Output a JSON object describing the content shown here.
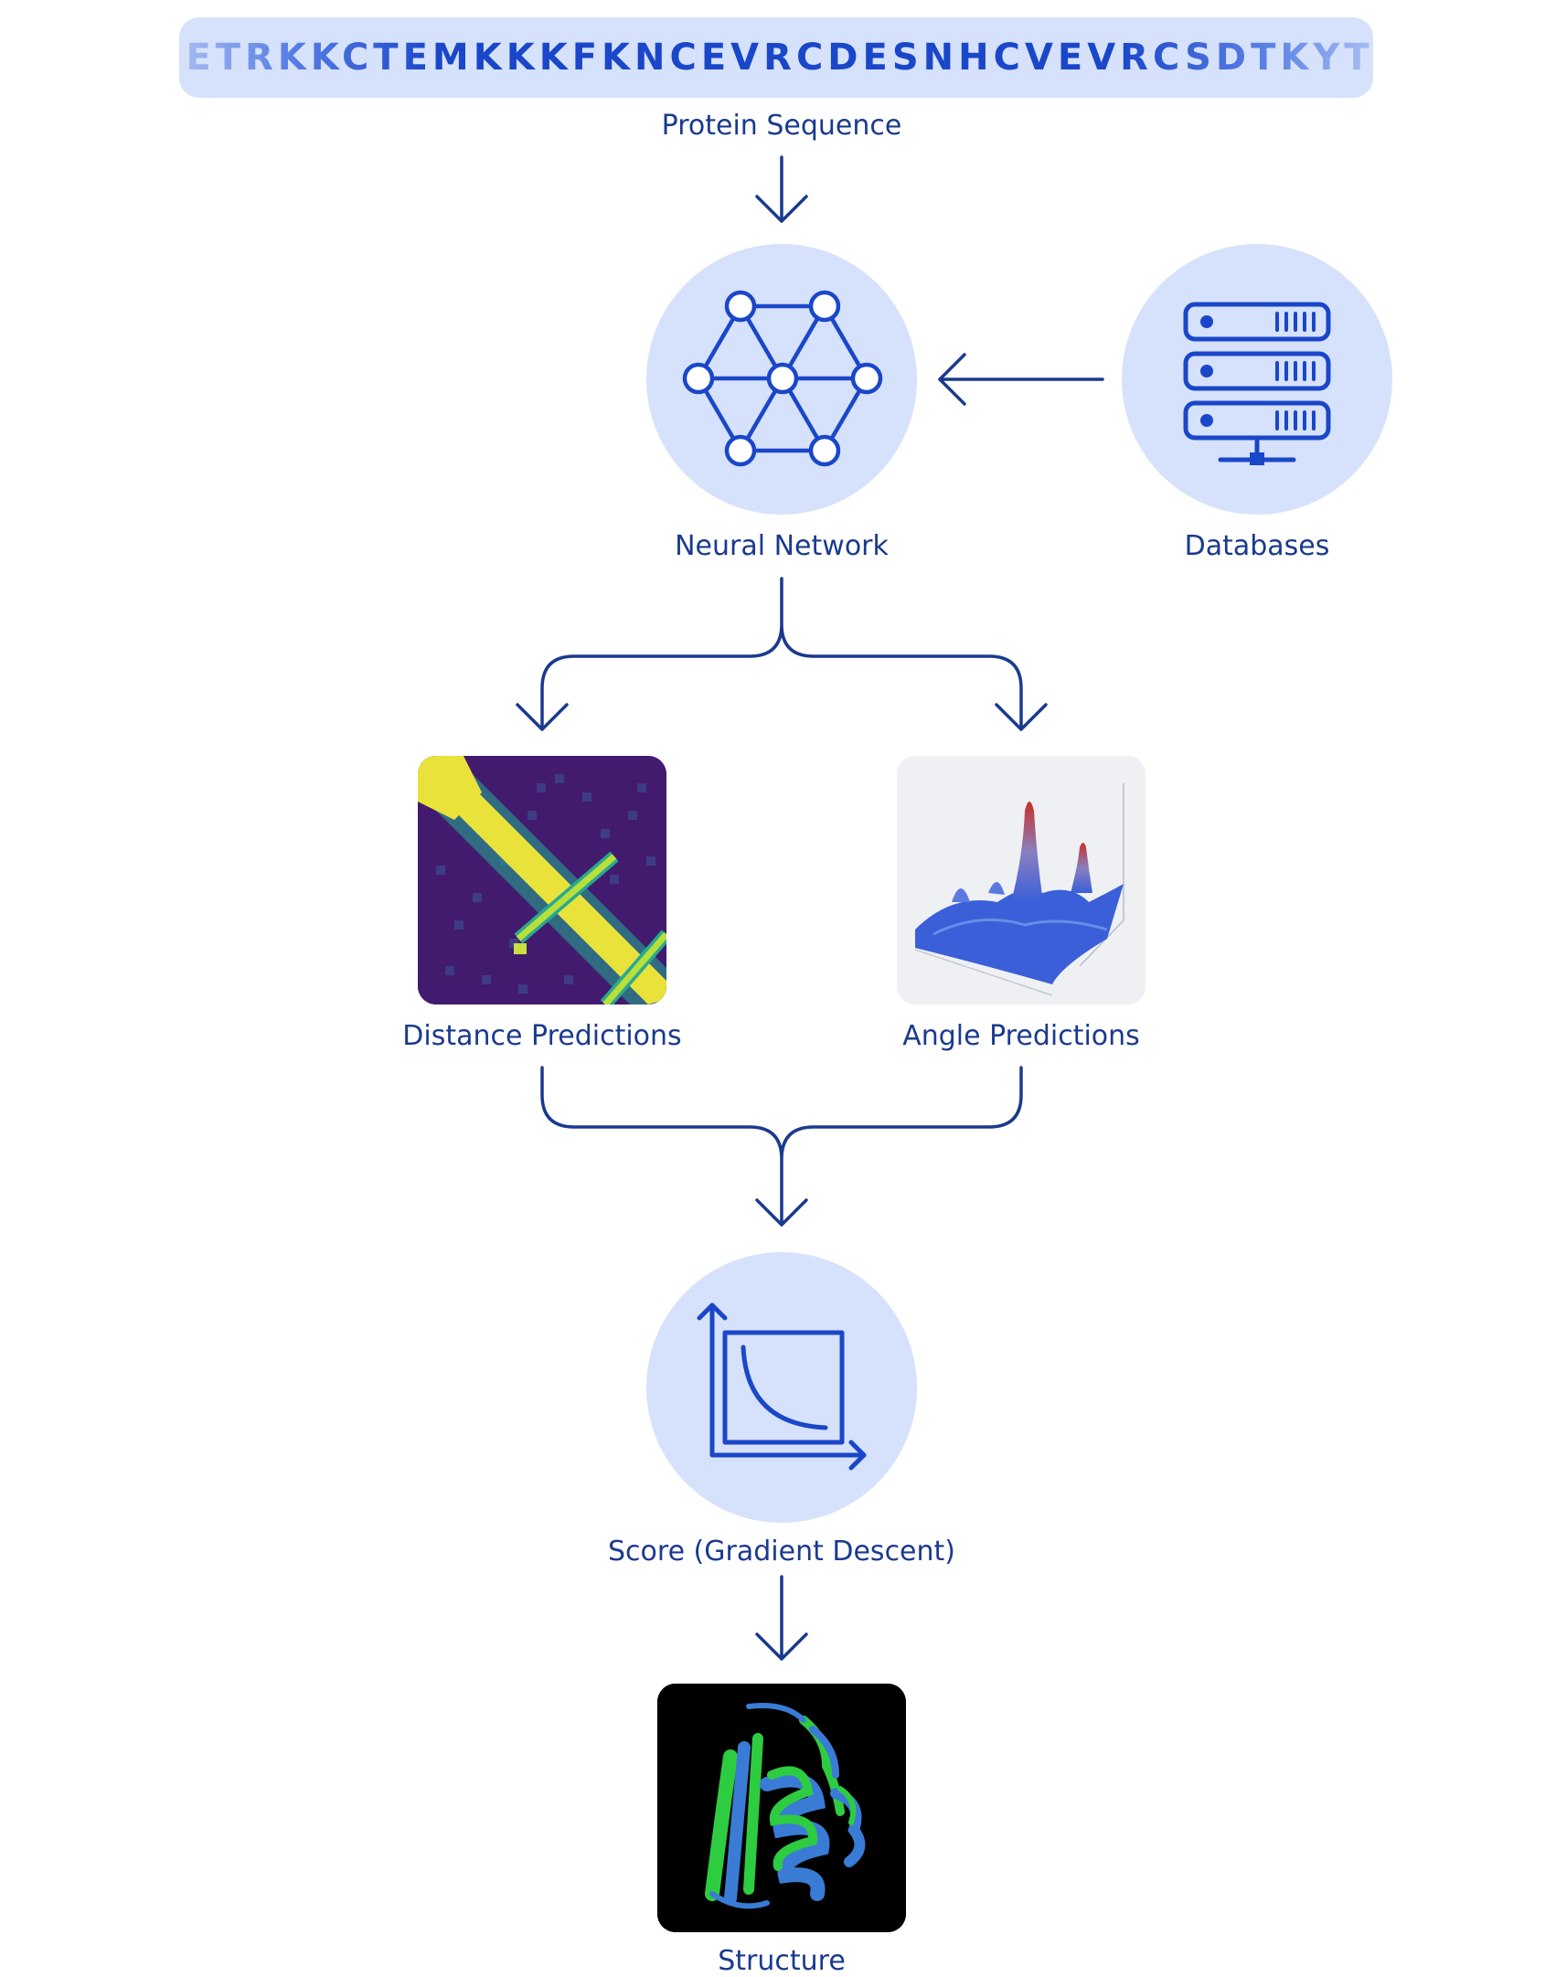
{
  "sequence": {
    "text": "SQETRKKCTEMKKKFKNCEVRCDESNHCVEVRCSDTKYTLC",
    "label": "Protein Sequence"
  },
  "nodes": {
    "neural_network": {
      "label": "Neural Network",
      "icon": "neural-network-icon"
    },
    "databases": {
      "label": "Databases",
      "icon": "database-server-icon"
    },
    "distance": {
      "label": "Distance Predictions",
      "icon": "distance-map-image"
    },
    "angle": {
      "label": "Angle Predictions",
      "icon": "angle-surface-plot-image"
    },
    "score": {
      "label": "Score (Gradient Descent)",
      "icon": "gradient-descent-curve-icon"
    },
    "structure": {
      "label": "Structure",
      "icon": "protein-structure-image"
    }
  },
  "colors": {
    "accent": "#1a47c9",
    "line": "#1a3a8e",
    "node_fill": "#d6e1fb",
    "label": "#1a3a8e"
  }
}
